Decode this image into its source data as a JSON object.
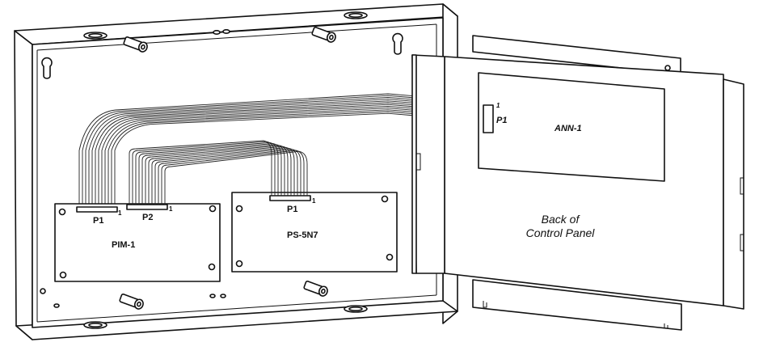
{
  "diagram": {
    "cabinet": {
      "boards": {
        "pim": {
          "name": "PIM-1",
          "connectors": [
            {
              "label": "P1",
              "pin": "1"
            },
            {
              "label": "P2",
              "pin": "1"
            }
          ]
        },
        "ps": {
          "name": "PS-5N7",
          "connectors": [
            {
              "label": "P1",
              "pin": "1"
            }
          ]
        }
      }
    },
    "door": {
      "caption_line1": "Back of",
      "caption_line2": "Control Panel",
      "board": {
        "name": "ANN-1",
        "connector": {
          "label": "P1",
          "pin": "1"
        }
      }
    }
  }
}
